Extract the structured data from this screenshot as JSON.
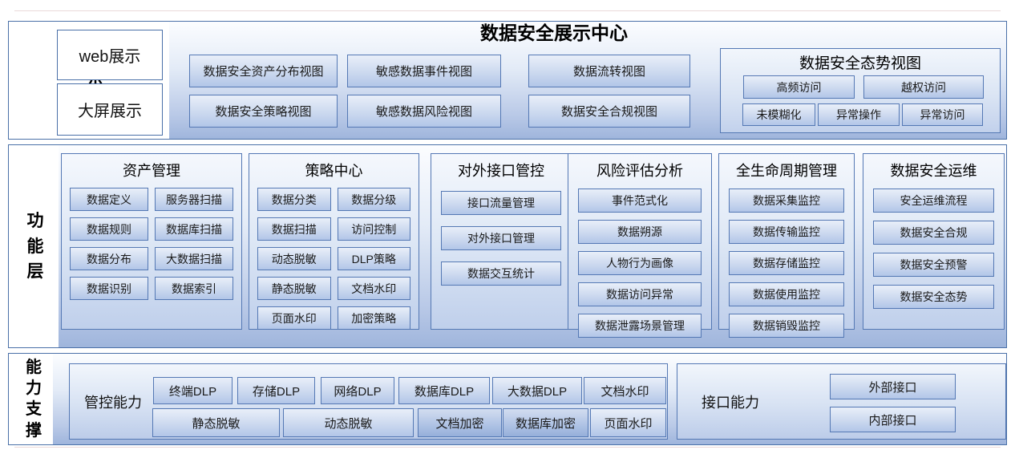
{
  "colors": {
    "band_border": "#4a70a8",
    "box_border": "#5478b4",
    "band_gradient_top": "#fcfdff",
    "band_gradient_bottom": "#9fb5dc",
    "box_gradient_top": "#e9eff9",
    "box_gradient_bottom": "#b2c6e8",
    "dark_box_gradient_bottom": "#96afda",
    "text": "#1a1a1a",
    "white_box_bg": "#ffffff"
  },
  "display_layer": {
    "label": "展示层",
    "title": "数据安全展示中心",
    "modes": [
      "web展示",
      "大屏展示"
    ],
    "views_row1": [
      "数据安全资产分布视图",
      "敏感数据事件视图",
      "数据流转视图"
    ],
    "views_row2": [
      "数据安全策略视图",
      "敏感数据风险视图",
      "数据安全合规视图"
    ],
    "situation_panel": {
      "title": "数据安全态势视图",
      "row1": [
        "高频访问",
        "越权访问"
      ],
      "row2": [
        "未模糊化",
        "异常操作",
        "异常访问"
      ]
    }
  },
  "function_layer": {
    "label": "功能层",
    "panels": [
      {
        "title": "资产管理",
        "items": [
          "数据定义",
          "服务器扫描",
          "数据规则",
          "数据库扫描",
          "数据分布",
          "大数据扫描",
          "数据识别",
          "数据索引"
        ]
      },
      {
        "title": "策略中心",
        "items": [
          "数据分类",
          "数据分级",
          "数据扫描",
          "访问控制",
          "动态脱敏",
          "DLP策略",
          "静态脱敏",
          "文档水印",
          "页面水印",
          "加密策略"
        ]
      },
      {
        "title": "对外接口管控",
        "items": [
          "接口流量管理",
          "对外接口管理",
          "数据交互统计"
        ]
      },
      {
        "title": "风险评估分析",
        "items": [
          "事件范式化",
          "数据朔源",
          "人物行为画像",
          "数据访问异常",
          "数据泄露场景管理"
        ]
      },
      {
        "title": "全生命周期管理",
        "items": [
          "数据采集监控",
          "数据传输监控",
          "数据存储监控",
          "数据使用监控",
          "数据销毁监控"
        ]
      },
      {
        "title": "数据安全运维",
        "items": [
          "安全运维流程",
          "数据安全合规",
          "数据安全预警",
          "数据安全态势"
        ]
      }
    ]
  },
  "capability_layer": {
    "label": "能力支撑",
    "control_panel": {
      "title": "管控能力",
      "row1": [
        "终端DLP",
        "存储DLP",
        "网络DLP",
        "数据库DLP",
        "大数据DLP",
        "文档水印"
      ],
      "row2": [
        "静态脱敏",
        "动态脱敏",
        "文档加密",
        "数据库加密",
        "页面水印"
      ]
    },
    "interface_panel": {
      "title": "接口能力",
      "items": [
        "外部接口",
        "内部接口"
      ]
    }
  }
}
